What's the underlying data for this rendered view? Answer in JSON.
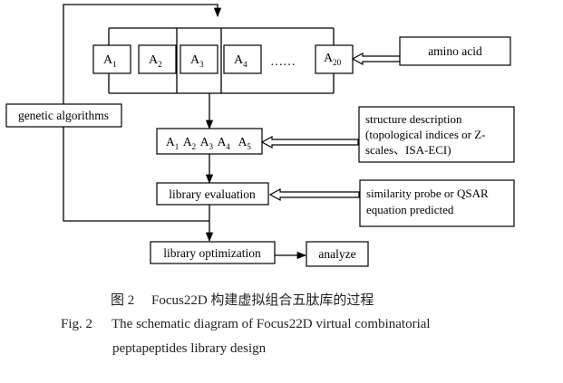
{
  "diagram": {
    "nodes": {
      "a1": {
        "base": "A",
        "sub": "1"
      },
      "a2": {
        "base": "A",
        "sub": "2"
      },
      "a3": {
        "base": "A",
        "sub": "3"
      },
      "a4": {
        "base": "A",
        "sub": "4"
      },
      "dots": "……",
      "a20": {
        "base": "A",
        "sub": "20"
      },
      "amino_acid": "amino acid",
      "genetic_algorithms": "genetic algorithms",
      "selected": [
        {
          "base": "A",
          "sub": "1"
        },
        {
          "base": "A",
          "sub": "2"
        },
        {
          "base": "A",
          "sub": "3"
        },
        {
          "base": "A",
          "sub": "4"
        },
        {
          "base": "A",
          "sub": "5"
        }
      ],
      "structure_description": [
        "structure description",
        "(topological indices or Z-",
        "scales、ISA-ECI)"
      ],
      "library_evaluation": "library evaluation",
      "similarity_probe": [
        "similarity probe or QSAR",
        "equation predicted"
      ],
      "library_optimization": "library optimization",
      "analyze": "analyze"
    }
  },
  "caption": {
    "cn": "图 2　 Focus22D 构建虚拟组合五肽库的过程",
    "en_fig_no": "Fig. 2",
    "en_line1": "The schematic diagram of Focus22D virtual combinatorial",
    "en_line2": "peptapeptides library design"
  }
}
